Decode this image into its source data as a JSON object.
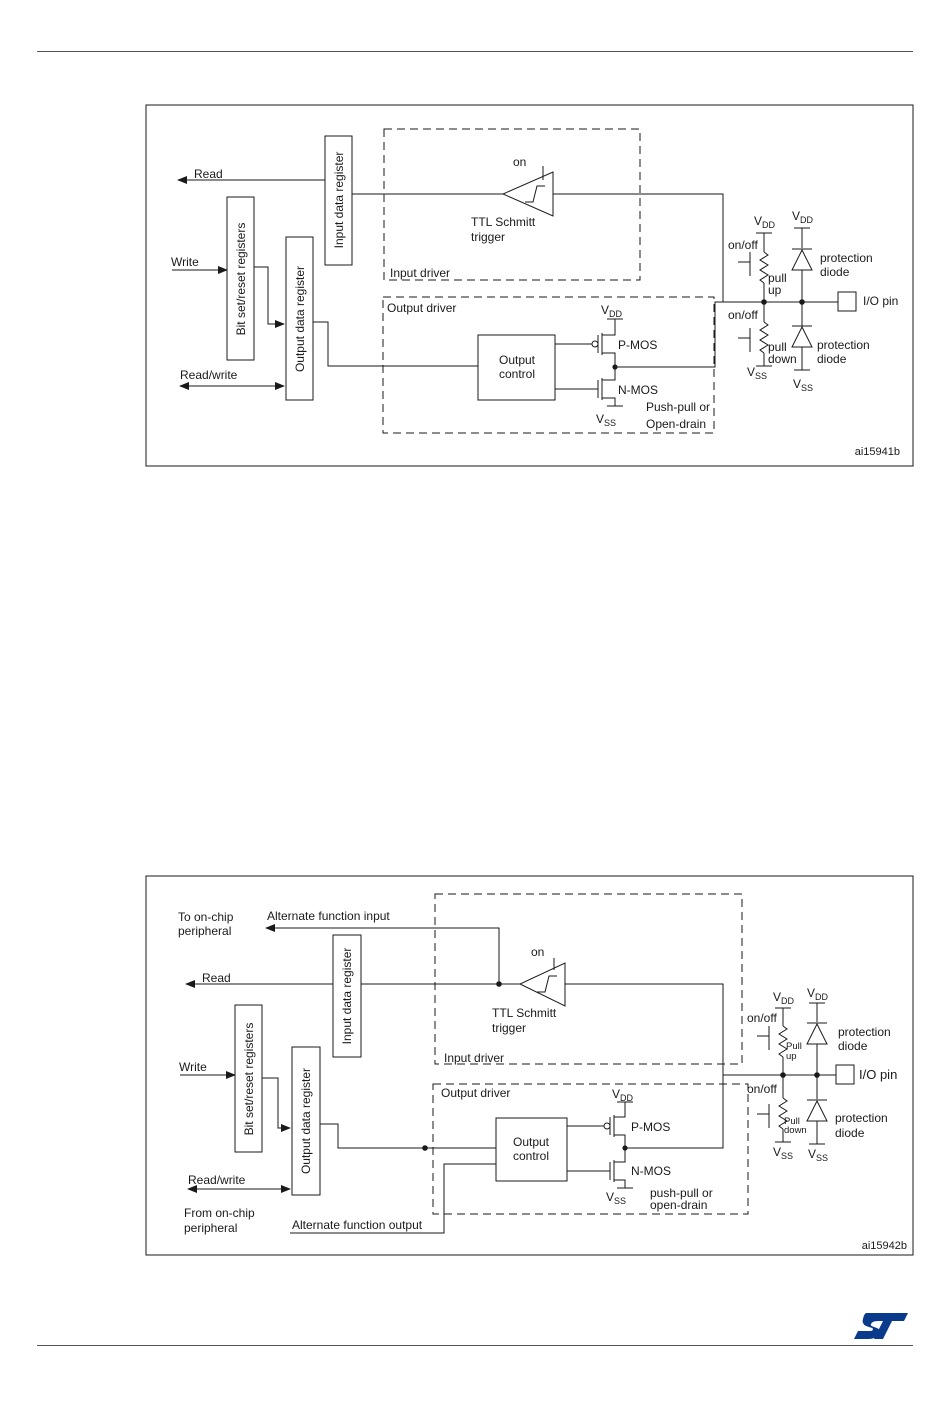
{
  "colors": {
    "line": "#1a1a1a",
    "logo": "#0a3a8c",
    "rule": "#555555"
  },
  "logo": {
    "name": "st-logo",
    "text": "ST"
  },
  "figure1": {
    "read": "Read",
    "write": "Write",
    "read_write": "Read/write",
    "bit_set_reset": "Bit set/reset registers",
    "input_data_register": "Input data register",
    "output_data_register": "Output data register",
    "input_driver": "Input driver",
    "output_driver": "Output driver",
    "on": "on",
    "ttl_line1": "TTL Schmitt",
    "ttl_line2": "trigger",
    "output_control_line1": "Output",
    "output_control_line2": "control",
    "pmos": "P-MOS",
    "nmos": "N-MOS",
    "vdd": "V",
    "vdd_sub": "DD",
    "vss": "V",
    "vss_sub": "SS",
    "push_pull_line1": "Push-pull or",
    "push_pull_line2": "Open-drain",
    "on_off": "on/off",
    "pull_up_line1": "pull",
    "pull_up_line2": "up",
    "pull_down_line1": "pull",
    "pull_down_line2": "down",
    "protection_line1": "protection",
    "protection_line2": "diode",
    "io_pin": "I/O pin",
    "figure_id": "ai15941b"
  },
  "figure2": {
    "to_on_chip_line1": "To on-chip",
    "to_on_chip_line2": "peripheral",
    "alt_input": "Alternate function input",
    "read": "Read",
    "write": "Write",
    "read_write": "Read/write",
    "from_on_chip_line1": "From on-chip",
    "from_on_chip_line2": "peripheral",
    "alt_output": "Alternate function output",
    "bit_set_reset": "Bit set/reset registers",
    "input_data_register": "Input data register",
    "output_data_register": "Output data register",
    "input_driver": "Input driver",
    "output_driver": "Output driver",
    "on": "on",
    "ttl_line1": "TTL Schmitt",
    "ttl_line2": "trigger",
    "output_control_line1": "Output",
    "output_control_line2": "control",
    "pmos": "P-MOS",
    "nmos": "N-MOS",
    "vdd": "V",
    "vdd_sub": "DD",
    "vss": "V",
    "vss_sub": "SS",
    "push_pull_line1": "push-pull or",
    "push_pull_line2": "open-drain",
    "on_off": "on/off",
    "pull_up_line1": "Pull",
    "pull_up_line2": "up",
    "pull_down_line1": "Pull",
    "pull_down_line2": "down",
    "protection_line1": "protection",
    "protection_line2": "diode",
    "io_pin": "I/O pin",
    "figure_id": "ai15942b"
  }
}
